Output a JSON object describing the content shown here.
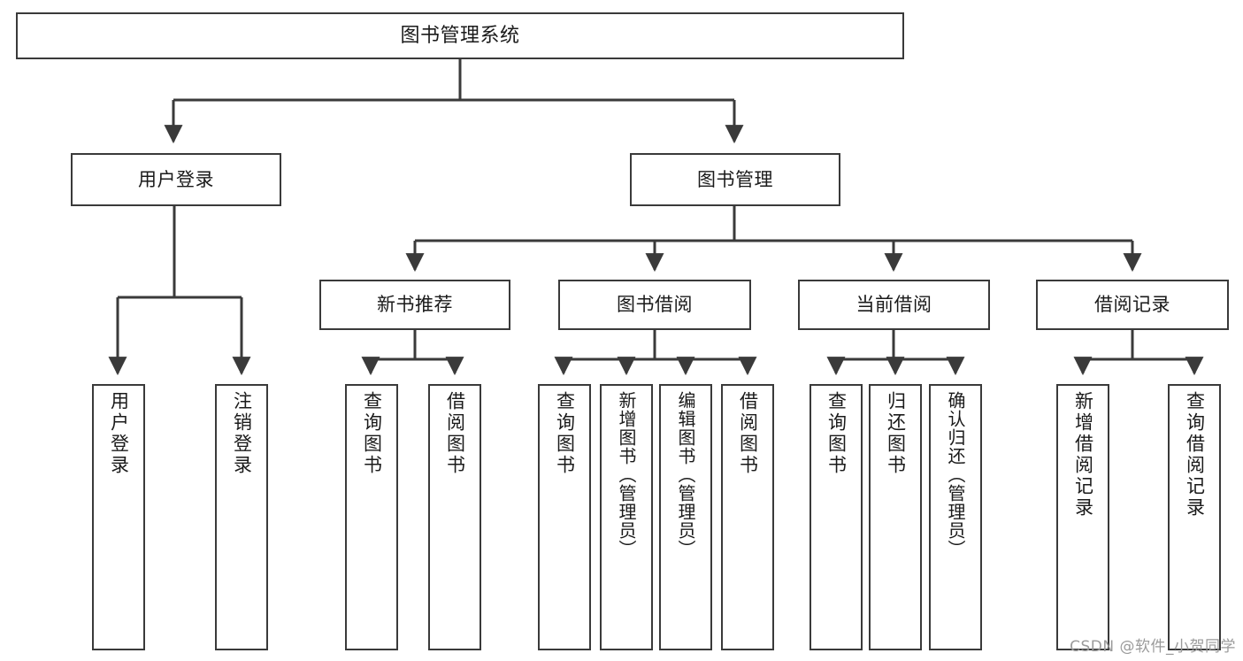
{
  "diagram": {
    "title": "图书管理系统",
    "type": "tree-hierarchy-diagram",
    "root": {
      "label": "图书管理系统"
    },
    "level2": [
      {
        "label": "用户登录"
      },
      {
        "label": "图书管理"
      }
    ],
    "level3": [
      {
        "label": "新书推荐"
      },
      {
        "label": "图书借阅"
      },
      {
        "label": "当前借阅"
      },
      {
        "label": "借阅记录"
      }
    ],
    "leaves": [
      {
        "label": "用户登录"
      },
      {
        "label": "注销登录"
      },
      {
        "label": "查询图书"
      },
      {
        "label": "借阅图书"
      },
      {
        "label": "查询图书"
      },
      {
        "label": "新增图书（管理员）"
      },
      {
        "label": "编辑图书（管理员）"
      },
      {
        "label": "借阅图书"
      },
      {
        "label": "查询图书"
      },
      {
        "label": "归还图书"
      },
      {
        "label": "确认归还（管理员）"
      },
      {
        "label": "新增借阅记录"
      },
      {
        "label": "查询借阅记录"
      }
    ]
  },
  "watermark": {
    "text": "CSDN @软件_小贺同学"
  },
  "colors": {
    "stroke": "#3a3a3a",
    "background": "#ffffff",
    "text": "#1a1a1a",
    "watermark": "#9b9b9b"
  }
}
